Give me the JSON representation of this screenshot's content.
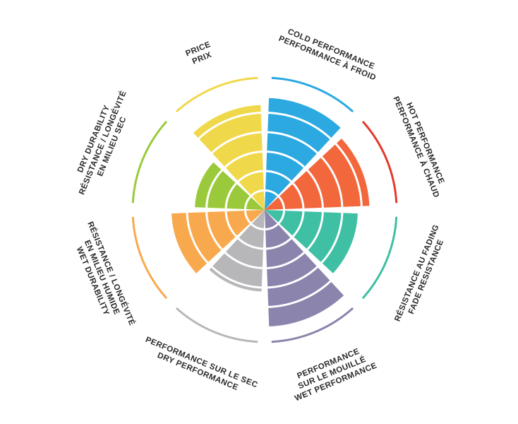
{
  "chart_data": {
    "type": "pie",
    "subtype": "polar-sector-rating-wheel",
    "scale": {
      "min": 0,
      "max": 5,
      "rings": 5
    },
    "start_angle_deg": 0,
    "sector_span_deg": 45,
    "ring_color": "#FFFFFF",
    "background": "#FFFFFF",
    "text_color": "#2B2A29",
    "categories": [
      {
        "id": "cold-performance",
        "lines": [
          "COLD PERFORMANCE",
          "PERFORMANCE À FROID"
        ],
        "value": 4.8,
        "color": "#2BA9E0",
        "arc_color": "#2BA9E0"
      },
      {
        "id": "hot-performance",
        "lines": [
          "HOT PERFORMANCE",
          "PERFORMANCE À CHAUD"
        ],
        "value": 4.5,
        "color": "#F2673C",
        "arc_color": "#E6392C"
      },
      {
        "id": "fade-resistance",
        "lines": [
          "RÉSISTANCE AU FADING",
          "FADE RESISTANCE"
        ],
        "value": 4.0,
        "color": "#3FBFA4",
        "arc_color": "#3FBFA4"
      },
      {
        "id": "wet-performance",
        "lines": [
          "PERFORMANCE",
          "SUR LE MOUILLÉ",
          "WET PERFORMANCE"
        ],
        "value": 5.0,
        "color": "#8B84AD",
        "arc_color": "#8B84AD"
      },
      {
        "id": "dry-performance",
        "lines": [
          "PERFORMANCE SUR LE SEC",
          "DRY PERFORMANCE"
        ],
        "value": 3.5,
        "color": "#B7B6B8",
        "arc_color": "#B7B6B8"
      },
      {
        "id": "wet-durability",
        "lines": [
          "RÉSISTANCE / LONGÉVITÉ",
          "EN MILIEU HUMIDE",
          "WET DURABILITY"
        ],
        "value": 4.0,
        "color": "#F9A94D",
        "arc_color": "#F9A94D"
      },
      {
        "id": "dry-durability",
        "lines": [
          "DRY DURABILITY",
          "RÉSISTANCE / LONGÉVITÉ",
          "EN MILIEU SEC"
        ],
        "value": 3.0,
        "color": "#9ACA3C",
        "arc_color": "#9ACA3C"
      },
      {
        "id": "price",
        "lines": [
          "PRICE",
          "PRIX"
        ],
        "value": 4.5,
        "color": "#F0D84B",
        "arc_color": "#F0D84B"
      }
    ]
  }
}
